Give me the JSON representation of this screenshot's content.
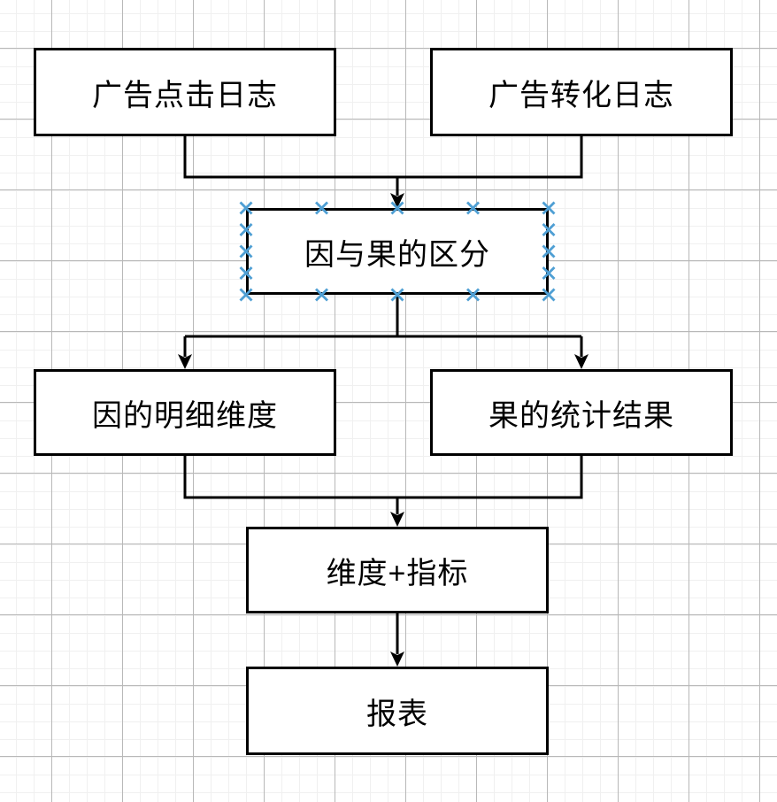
{
  "diagram": {
    "nodes": [
      {
        "id": "ad-click-log",
        "label": "广告点击日志"
      },
      {
        "id": "ad-conversion-log",
        "label": "广告转化日志"
      },
      {
        "id": "cause-effect-split",
        "label": "因与果的区分",
        "selected": true
      },
      {
        "id": "cause-detail-dims",
        "label": "因的明细维度"
      },
      {
        "id": "effect-stat-results",
        "label": "果的统计结果"
      },
      {
        "id": "dims-plus-metrics",
        "label": "维度+指标"
      },
      {
        "id": "report",
        "label": "报表"
      }
    ],
    "edges": [
      {
        "from": "广告点击日志",
        "to": "因与果的区分"
      },
      {
        "from": "广告转化日志",
        "to": "因与果的区分"
      },
      {
        "from": "因与果的区分",
        "to": "因的明细维度"
      },
      {
        "from": "因与果的区分",
        "to": "果的统计结果"
      },
      {
        "from": "因的明细维度",
        "to": "维度+指标"
      },
      {
        "from": "果的统计结果",
        "to": "维度+指标"
      },
      {
        "from": "维度+指标",
        "to": "报表"
      }
    ],
    "colors": {
      "line": "#000000",
      "node_fill": "#ffffff",
      "node_border": "#000000",
      "connection_point": "#4f9fd4",
      "grid_minor": "#f0f0f0",
      "grid_major": "#b8b8b8"
    }
  }
}
